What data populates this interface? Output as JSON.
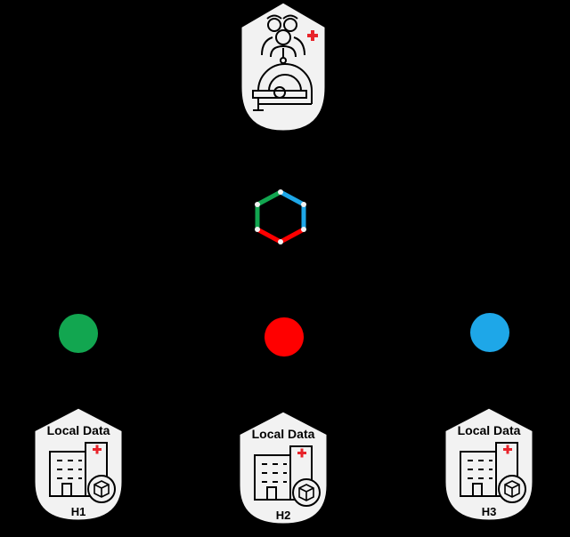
{
  "colors": {
    "background": "#000000",
    "badge_fill": "#f2f2f2",
    "badge_stroke": "#000000",
    "cross": "#e8242b",
    "node_h1": "#12a650",
    "node_h2": "#ff0000",
    "node_h3": "#1ea7e8"
  },
  "central_server": {
    "icons": [
      "medical-staff-icon",
      "red-cross-icon",
      "mri-scanner-icon"
    ]
  },
  "aggregator": {
    "icon": "hexagon-aggregation-icon",
    "segment_colors": [
      "#12a650",
      "#1ea7e8",
      "#ff0000"
    ]
  },
  "hospitals": [
    {
      "id": "h1",
      "label": "H1",
      "title": "Local Data",
      "node_color": "#12a650"
    },
    {
      "id": "h2",
      "label": "H2",
      "title": "Local Data",
      "node_color": "#ff0000"
    },
    {
      "id": "h3",
      "label": "H3",
      "title": "Local Data",
      "node_color": "#1ea7e8"
    }
  ]
}
